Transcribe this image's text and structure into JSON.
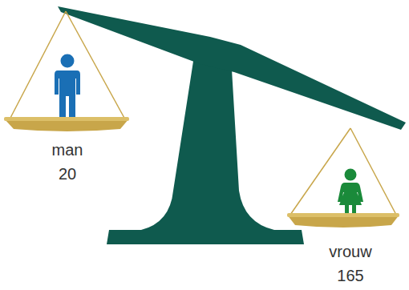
{
  "diagram": {
    "labels": [
      "man",
      "20",
      "vrouw",
      "165"
    ]
  }
}
